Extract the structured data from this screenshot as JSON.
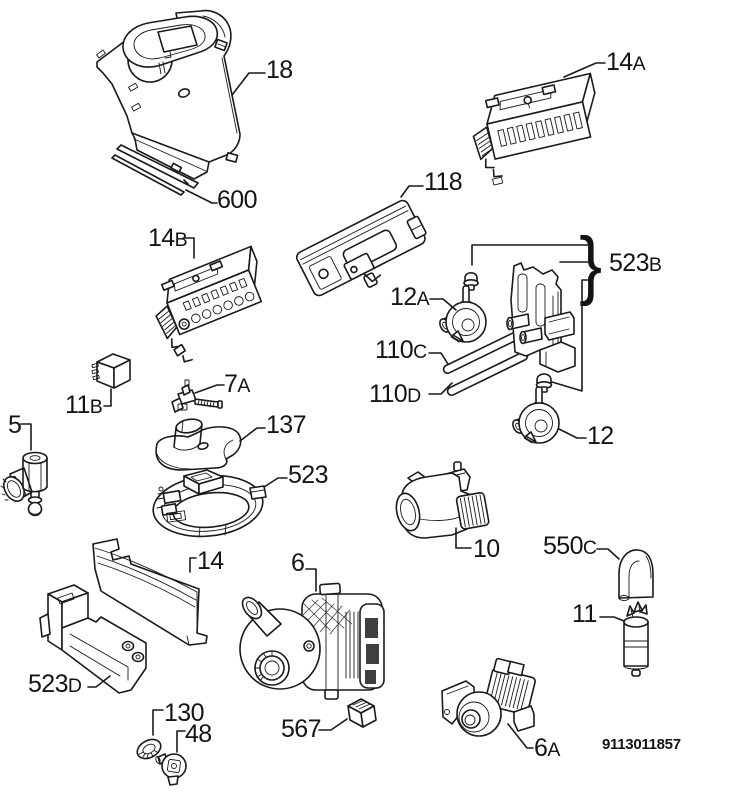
{
  "document": {
    "type": "exploded-parts-diagram",
    "code": "9113011857",
    "background": "#ffffff",
    "line_color": "#1a1a1a"
  },
  "diagram": {
    "group_brace": "}"
  },
  "labels": {
    "p18": {
      "num": "18",
      "suffix": ""
    },
    "p600": {
      "num": "600",
      "suffix": ""
    },
    "p14A": {
      "num": "14",
      "suffix": "A"
    },
    "p118": {
      "num": "118",
      "suffix": ""
    },
    "p14B": {
      "num": "14",
      "suffix": "B"
    },
    "p523B": {
      "num": "523",
      "suffix": "B"
    },
    "p12A": {
      "num": "12",
      "suffix": "A"
    },
    "p110C": {
      "num": "110",
      "suffix": "C"
    },
    "p110D": {
      "num": "110",
      "suffix": "D"
    },
    "p12": {
      "num": "12",
      "suffix": ""
    },
    "p11B": {
      "num": "11",
      "suffix": "B"
    },
    "p7A": {
      "num": "7",
      "suffix": "A"
    },
    "p137": {
      "num": "137",
      "suffix": ""
    },
    "p5": {
      "num": "5",
      "suffix": ""
    },
    "p523": {
      "num": "523",
      "suffix": ""
    },
    "p14": {
      "num": "14",
      "suffix": ""
    },
    "p6": {
      "num": "6",
      "suffix": ""
    },
    "p523D": {
      "num": "523",
      "suffix": "D"
    },
    "p130": {
      "num": "130",
      "suffix": ""
    },
    "p48": {
      "num": "48",
      "suffix": ""
    },
    "p567": {
      "num": "567",
      "suffix": ""
    },
    "p6A": {
      "num": "6",
      "suffix": "A"
    },
    "p10": {
      "num": "10",
      "suffix": ""
    },
    "p550C": {
      "num": "550",
      "suffix": "C"
    },
    "p11": {
      "num": "11",
      "suffix": ""
    }
  }
}
